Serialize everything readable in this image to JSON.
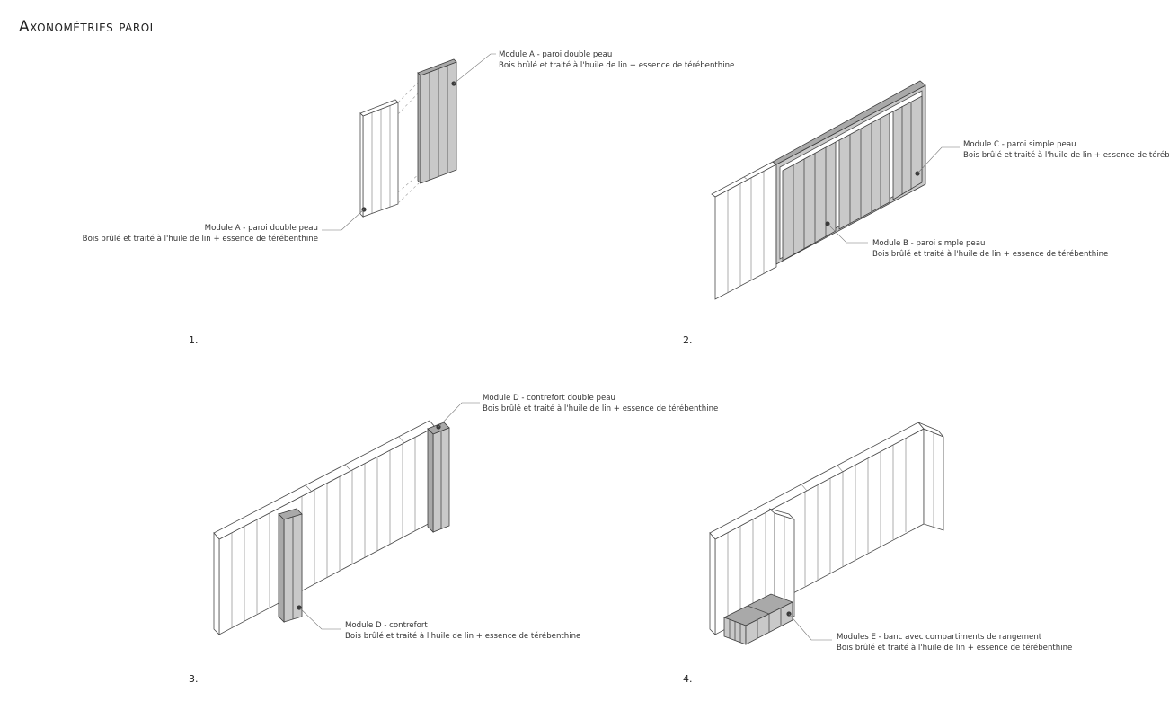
{
  "title": "Axonométries paroi",
  "panels": [
    {
      "number": "1.",
      "annotations": [
        {
          "title": "Module A - paroi double peau",
          "detail": "Bois brûlé et traité à l'huile de lin + essence de térébenthine"
        },
        {
          "title": "Module A - paroi double peau",
          "detail": "Bois brûlé et traité à l'huile de lin + essence de térébenthine"
        }
      ]
    },
    {
      "number": "2.",
      "annotations": [
        {
          "title": "Module C - paroi simple peau",
          "detail": "Bois brûlé et traité à l'huile de lin + essence de térébenthine"
        },
        {
          "title": "Module B - paroi simple peau",
          "detail": "Bois brûlé et traité à l'huile de lin + essence de térébenthine"
        }
      ]
    },
    {
      "number": "3.",
      "annotations": [
        {
          "title": "Module D - contrefort double peau",
          "detail": "Bois brûlé et traité à l'huile de lin + essence de térébenthine"
        },
        {
          "title": "Module D - contrefort",
          "detail": "Bois brûlé et traité à l'huile de lin + essence de térébenthine"
        }
      ]
    },
    {
      "number": "4.",
      "annotations": [
        {
          "title": "Modules E - banc avec compartiments de rangement",
          "detail": "Bois brûlé et traité à l'huile de lin + essence de térébenthine"
        }
      ]
    }
  ],
  "colors": {
    "highlight_fill": "#c9c9c9",
    "line": "#4a4a4a",
    "background": "#ffffff"
  }
}
